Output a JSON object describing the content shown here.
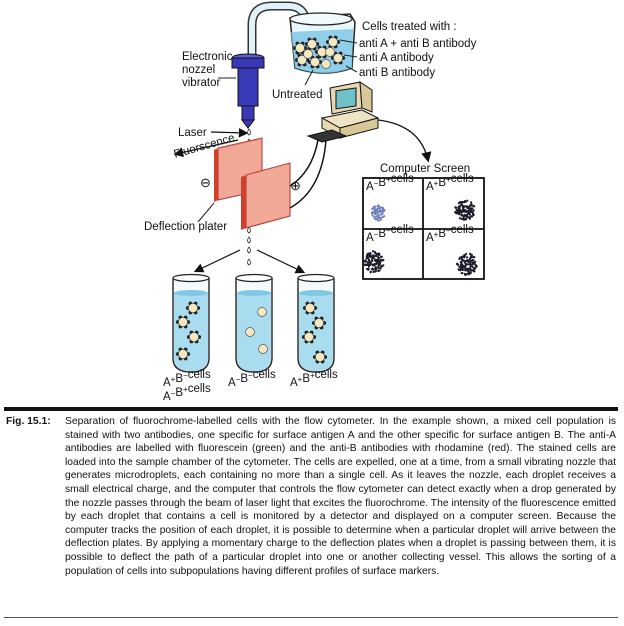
{
  "figure": {
    "labels": {
      "cells_treated_with": "Cells treated with :",
      "anti_a_plus_b": "anti A + anti B antibody",
      "anti_a": "anti A antibody",
      "anti_b": "anti B antibody",
      "untreated": "Untreated",
      "electronic": "Electronic",
      "nozzel": "nozzel",
      "vibrator": "vibrator",
      "laser": "Laser",
      "fluorscence": "Fluorscence",
      "minus": "⊖",
      "plus": "⊕",
      "deflection_plater": "Deflection plater",
      "computer_screen": "Computer Screen"
    },
    "screen_quadrants": [
      {
        "a": "A",
        "a_sign": "−",
        "b": "B",
        "b_sign": "+",
        "suffix": "cells"
      },
      {
        "a": "A",
        "a_sign": "+",
        "b": "B",
        "b_sign": "+",
        "suffix": "cells"
      },
      {
        "a": "A",
        "a_sign": "−",
        "b": "B",
        "b_sign": "−",
        "suffix": "cells"
      },
      {
        "a": "A",
        "a_sign": "+",
        "b": "B",
        "b_sign": "−",
        "suffix": "cells"
      }
    ],
    "tubes": [
      {
        "lines": [
          {
            "a": "A",
            "a_sign": "+",
            "b": "B",
            "b_sign": "−",
            "suffix": "cells"
          },
          {
            "a": "A",
            "a_sign": "−",
            "b": "B",
            "b_sign": "+",
            "suffix": "cells"
          }
        ]
      },
      {
        "lines": [
          {
            "a": "A",
            "a_sign": "−",
            "b": "B",
            "b_sign": "−",
            "suffix": "cells"
          }
        ]
      },
      {
        "lines": [
          {
            "a": "A",
            "a_sign": "+",
            "b": "B",
            "b_sign": "+",
            "suffix": "cells"
          }
        ]
      }
    ],
    "colors": {
      "liquid": "#a9dcef",
      "nozzle": "#3a3ab8",
      "plate": "#f0a090",
      "plate_edge": "#d04030",
      "cell": "#f5e7c0"
    }
  },
  "caption": {
    "label": "Fig. 15.1:",
    "text": "Separation of fluorochrome-labelled cells with the flow cytometer. In the example shown, a mixed cell population is stained with two antibodies, one specific for surface antigen A and the other specific for surface antigen B. The anti-A antibodies are labelled with fluorescein (green) and the anti-B antibodies with rhodamine (red). The stained cells are loaded into the sample chamber of the cytometer. The cells are expelled, one at a time, from a small vibrating nozzle that generates microdroplets, each containing no more than a single cell. As it leaves the nozzle, each droplet receives a small electrical charge, and the computer that controls the flow cytometer can detect exactly when a drop generated by the nozzle passes through the beam of laser light that excites the fluorochrome. The intensity of the fluorescence emitted by each droplet that contains a cell is monitored by a detector and displayed on a computer screen. Because the computer tracks the position of each droplet, it is possible to determine when a particular droplet will arrive between the deflection plates. By applying a momentary charge to the deflection plates when a droplet is passing between them, it is possible to deflect the path of a particular droplet into one or another collecting vessel. This allows the sorting of a population of cells into subpopulations having different profiles of surface markers."
  }
}
